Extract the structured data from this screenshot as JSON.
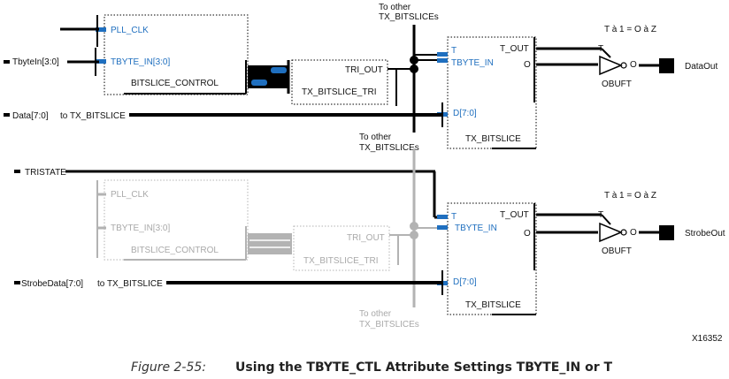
{
  "top": {
    "labels": {
      "pll_clk": "PLL_CLK",
      "tbyte_in_port": "TBYTE_IN[3:0]",
      "bitslice_control": "BITSLICE_CONTROL",
      "tri_out": "TRI_OUT",
      "tx_bitslice_tri": "TX_BITSLICE_TRI",
      "t_port": "T",
      "tbyte_in": "TBYTE_IN",
      "t_out": "T_OUT",
      "o_port": "O",
      "d_port": "D[7:0]",
      "tx_bitslice": "TX_BITSLICE",
      "truth": "T à 1 = O à Z",
      "obuf_t": "T",
      "obuf_o": "O",
      "obuft": "OBUFT",
      "pad": "DataOut",
      "to_other_top_1": "To other",
      "to_other_top_2": "TX_BITSLICEs",
      "to_other_mid_1": "To other",
      "to_other_mid_2": "TX_BITSLICEs"
    },
    "inputs": {
      "tbytein": "TbyteIn[3:0]",
      "data": "Data[7:0]",
      "to_tx": "to TX_BITSLICE"
    }
  },
  "bottom": {
    "labels": {
      "tristate": "TRISTATE",
      "pll_clk": "PLL_CLK",
      "tbyte_in_port": "TBYTE_IN[3:0]",
      "bitslice_control": "BITSLICE_CONTROL",
      "tri_out": "TRI_OUT",
      "tx_bitslice_tri": "TX_BITSLICE_TRI",
      "t_port": "T",
      "tbyte_in": "TBYTE_IN",
      "t_out": "T_OUT",
      "o_port": "O",
      "d_port": "D[7:0]",
      "tx_bitslice": "TX_BITSLICE",
      "truth": "T à 1 = O à Z",
      "obuf_t": "T",
      "obuf_o": "O",
      "obuft": "OBUFT",
      "pad": "StrobeOut",
      "to_other_1": "To other",
      "to_other_2": "TX_BITSLICEs"
    },
    "inputs": {
      "strobedata": "StrobeData[7:0]",
      "to_tx": "to TX_BITSLICE"
    }
  },
  "figure_id": "X16352",
  "caption": {
    "number": "Figure 2-55:",
    "title": "Using the TBYTE_CTL Attribute Settings TBYTE_IN or T"
  },
  "colors": {
    "wire": "#000000",
    "port": "#1f6fbf",
    "inactive": "#b3b3b3"
  }
}
